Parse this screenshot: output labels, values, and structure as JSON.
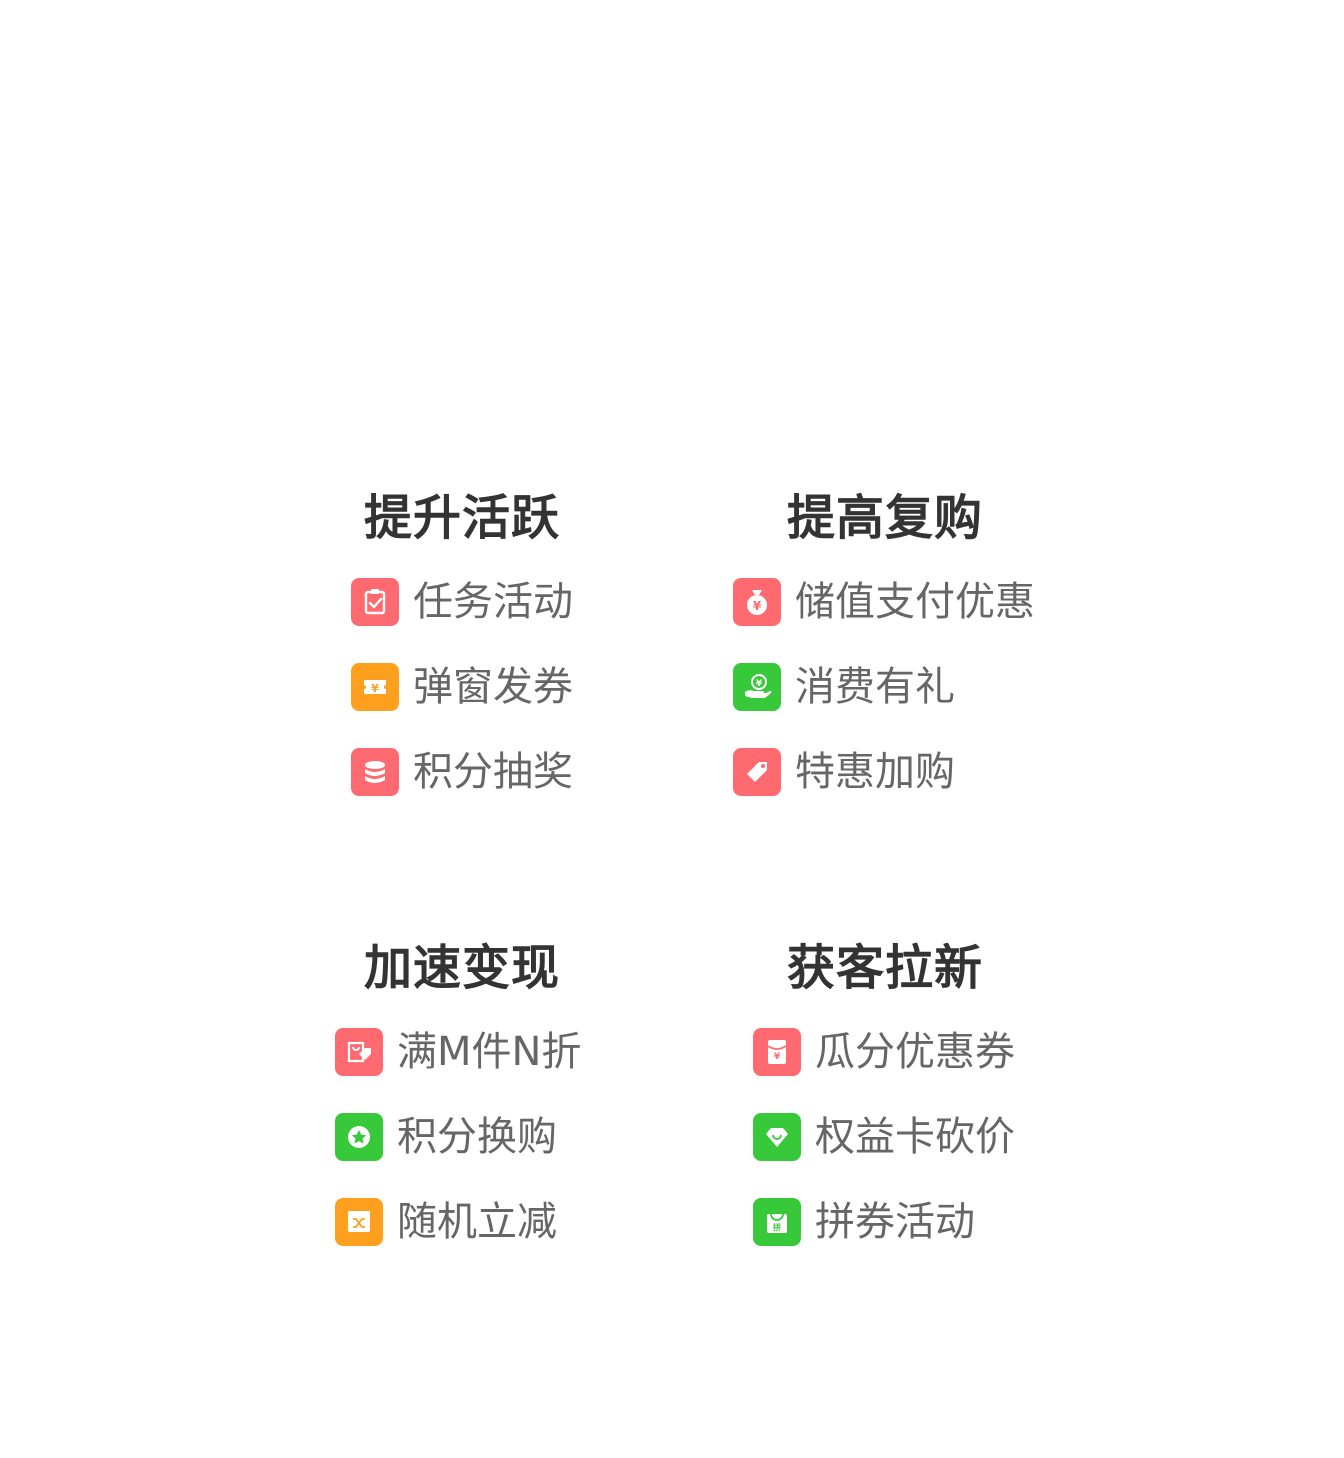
{
  "colors": {
    "title": "#333333",
    "label": "#666666",
    "icon_red": "#fe6a6f",
    "icon_orange": "#fea01e",
    "icon_green": "#38c93b"
  },
  "sections": [
    {
      "title": "提升活跃",
      "items": [
        {
          "label": "任务活动",
          "icon": "clipboard-check-icon",
          "color": "red"
        },
        {
          "label": "弹窗发券",
          "icon": "yen-coupon-icon",
          "color": "orange"
        },
        {
          "label": "积分抽奖",
          "icon": "coin-stack-icon",
          "color": "red"
        }
      ]
    },
    {
      "title": "提高复购",
      "items": [
        {
          "label": "储值支付优惠",
          "icon": "money-bag-icon",
          "color": "red"
        },
        {
          "label": "消费有礼",
          "icon": "hand-coin-icon",
          "color": "green"
        },
        {
          "label": "特惠加购",
          "icon": "price-tag-icon",
          "color": "red"
        }
      ]
    },
    {
      "title": "加速变现",
      "items": [
        {
          "label": "满M件N折",
          "icon": "bag-discount-icon",
          "color": "red"
        },
        {
          "label": "积分换购",
          "icon": "star-coin-icon",
          "color": "green"
        },
        {
          "label": "随机立减",
          "icon": "shuffle-box-icon",
          "color": "orange"
        }
      ]
    },
    {
      "title": "获客拉新",
      "items": [
        {
          "label": "瓜分优惠券",
          "icon": "red-envelope-icon",
          "color": "red"
        },
        {
          "label": "权益卡砍价",
          "icon": "heart-gem-icon",
          "color": "green"
        },
        {
          "label": "拼券活动",
          "icon": "group-bag-icon",
          "color": "green"
        }
      ]
    }
  ]
}
